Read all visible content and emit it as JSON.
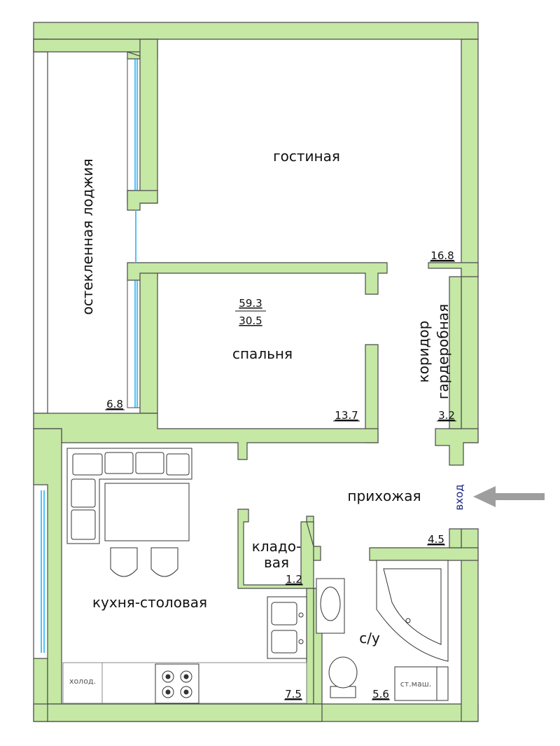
{
  "rooms": {
    "living": "гостиная",
    "loggia": "остекленная лоджия",
    "bedroom": "спальня",
    "corridor": "коридор",
    "wardrobe": "гардеробная",
    "hallway": "прихожая",
    "entry": "вход",
    "pantry_line1": "кладо-",
    "pantry_line2": "вая",
    "kitchen": "кухня-столовая",
    "bathroom": "с/у"
  },
  "totals": {
    "total_area": "59.3",
    "living_area": "30.5"
  },
  "areas": {
    "living": "16.8",
    "loggia": "6.8",
    "bedroom": "13.7",
    "wardrobe": "3.2",
    "hallway": "4.5",
    "pantry": "1.2",
    "kitchen": "7.5",
    "bathroom": "5.6"
  },
  "appliances": {
    "fridge": "холод.",
    "washer": "ст.маш."
  },
  "colors": {
    "wall": "#c5e8a5",
    "wall_stroke": "#4a4a4a",
    "window": "#4fc3f7",
    "arrow": "#9e9e9e",
    "entry_text": "#1a237e"
  }
}
